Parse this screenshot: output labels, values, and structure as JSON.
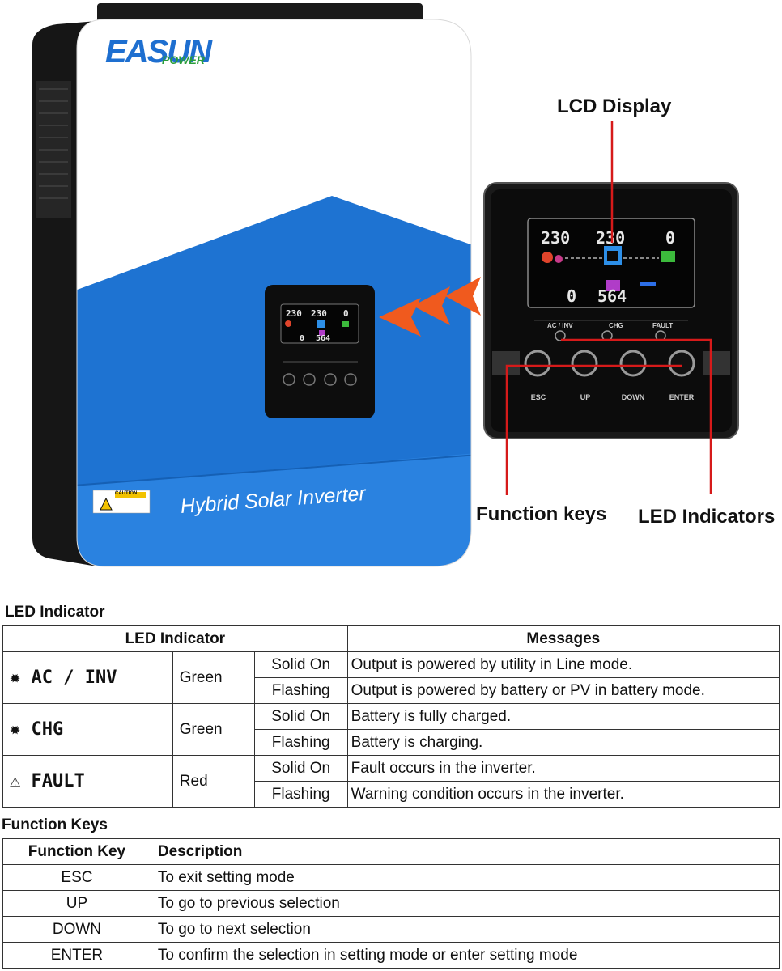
{
  "product": {
    "brand_main": "EASUN",
    "brand_sub": "POWER",
    "title": "Hybrid Solar Inverter",
    "caution": "CAUTION"
  },
  "lcd": {
    "input_voltage": "230",
    "output_voltage": "230",
    "top_right": "0",
    "bottom_left": "0",
    "bottom_right": "564",
    "led_ac": "AC / INV",
    "led_chg": "CHG",
    "led_fault": "FAULT"
  },
  "keys_labels": [
    "ESC",
    "UP",
    "DOWN",
    "ENTER"
  ],
  "callouts": {
    "lcd_display": "LCD Display",
    "function_keys": "Function keys",
    "led_indicators": "LED Indicators"
  },
  "led_table": {
    "section_title": "LED Indicator",
    "header_led": "LED Indicator",
    "header_messages": "Messages",
    "rows": [
      {
        "indicator": "AC / INV",
        "color": "Green",
        "states": [
          {
            "state": "Solid On",
            "message": "Output is powered by utility in Line mode."
          },
          {
            "state": "Flashing",
            "message": "Output is powered by battery or PV in battery mode."
          }
        ]
      },
      {
        "indicator": "CHG",
        "color": "Green",
        "states": [
          {
            "state": "Solid On",
            "message": "Battery is fully charged."
          },
          {
            "state": "Flashing",
            "message": "Battery is charging."
          }
        ]
      },
      {
        "indicator": "FAULT",
        "color": "Red",
        "states": [
          {
            "state": "Solid On",
            "message": "Fault occurs in the inverter."
          },
          {
            "state": "Flashing",
            "message": "Warning condition occurs in the inverter."
          }
        ]
      }
    ]
  },
  "function_table": {
    "section_title": "Function Keys",
    "header_key": "Function Key",
    "header_desc": "Description",
    "rows": [
      {
        "key": "ESC",
        "desc": "To exit setting mode"
      },
      {
        "key": "UP",
        "desc": "To go to previous selection"
      },
      {
        "key": "DOWN",
        "desc": "To go to next selection"
      },
      {
        "key": "ENTER",
        "desc": "To confirm the selection in setting mode or enter setting mode"
      }
    ]
  },
  "colors": {
    "blue": "#1e73d2",
    "red_line": "#d61a1a",
    "arrow": "#f05a1e",
    "logo_green": "#2a9d3a"
  }
}
